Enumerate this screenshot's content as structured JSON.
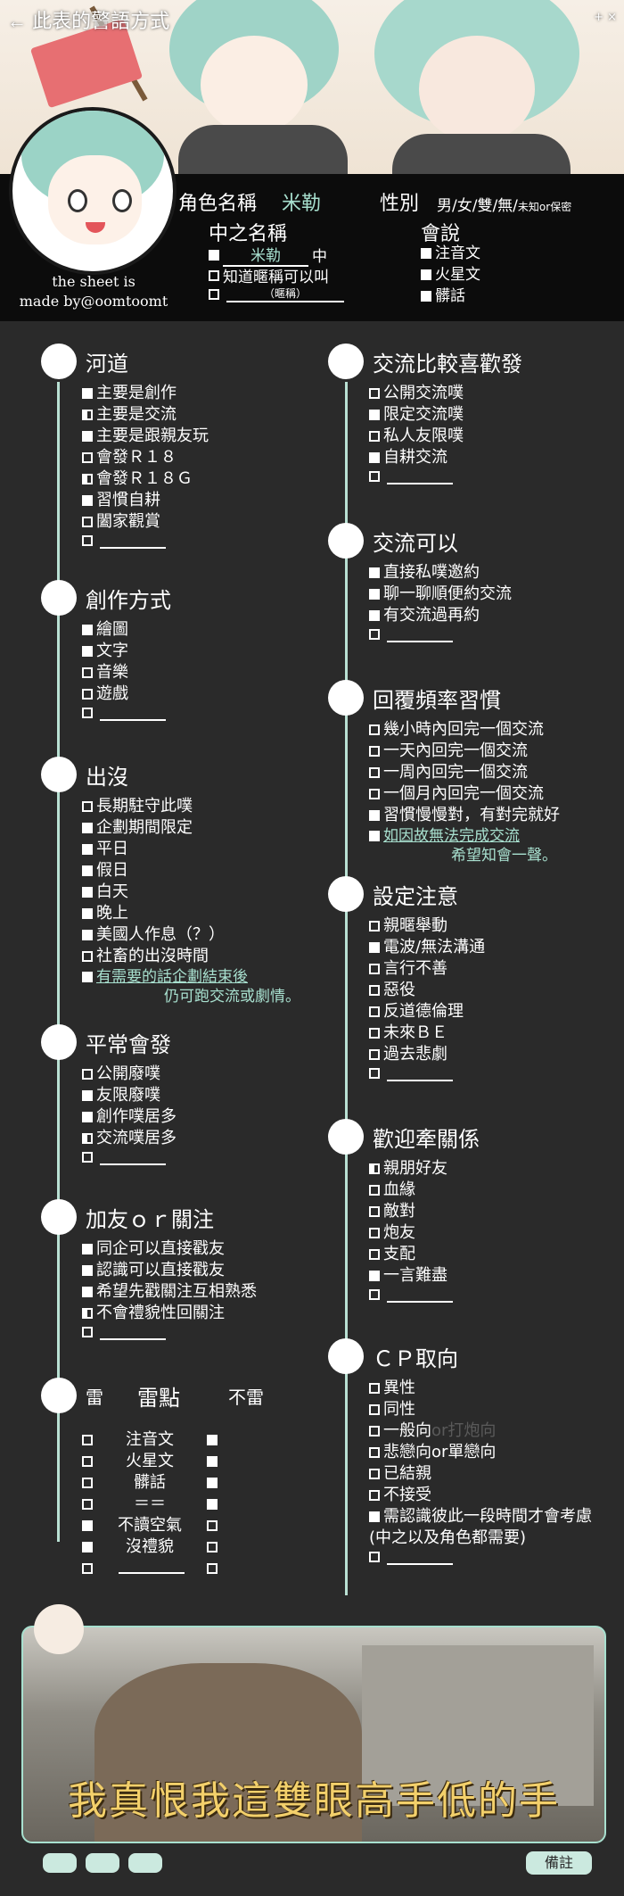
{
  "header": {
    "title": "← 此表的警語方式",
    "right": "+ ×"
  },
  "credit": {
    "line1": "the sheet is",
    "line2": "made by@oomtoomt"
  },
  "profile": {
    "char_name_label": "角色名稱",
    "char_name_value": "米勒",
    "gender_label": "性別",
    "gender_options": "男/女/雙/無/",
    "gender_tail": "未知or保密",
    "cn_name_label": "中之名稱",
    "cn_name_value": "米勒",
    "cn_name_suffix": "中",
    "know_nick": "知道暱稱可以叫",
    "nick_hint": "（暱稱）",
    "speaks_label": "會說",
    "speaks": [
      "注音文",
      "火星文",
      "髒話"
    ]
  },
  "sections_left": [
    {
      "title": "河道",
      "items": [
        {
          "text": "主要是創作",
          "state": "filled"
        },
        {
          "text": "主要是交流",
          "state": "half"
        },
        {
          "text": "主要是跟親友玩",
          "state": "filled"
        },
        {
          "text": "會發Ｒ１８",
          "state": "empty"
        },
        {
          "text": "會發Ｒ１８Ｇ",
          "state": "half"
        },
        {
          "text": "習慣自耕",
          "state": "filled"
        },
        {
          "text": "闔家觀賞",
          "state": "empty"
        },
        {
          "text": "",
          "state": "empty",
          "blank": true
        }
      ]
    },
    {
      "title": "創作方式",
      "items": [
        {
          "text": "繪圖",
          "state": "filled"
        },
        {
          "text": "文字",
          "state": "filled"
        },
        {
          "text": "音樂",
          "state": "empty"
        },
        {
          "text": "遊戲",
          "state": "empty"
        },
        {
          "text": "",
          "state": "empty",
          "blank": true
        }
      ]
    },
    {
      "title": "出沒",
      "items": [
        {
          "text": "長期駐守此噗",
          "state": "empty"
        },
        {
          "text": "企劃期間限定",
          "state": "filled"
        },
        {
          "text": "平日",
          "state": "filled"
        },
        {
          "text": "假日",
          "state": "filled"
        },
        {
          "text": "白天",
          "state": "filled"
        },
        {
          "text": "晚上",
          "state": "filled"
        },
        {
          "text": "美國人作息（？）",
          "state": "filled"
        },
        {
          "text": "社畜的出沒時間",
          "state": "empty"
        }
      ],
      "note_line1": "有需要的話企劃結束後",
      "note_line2": "仍可跑交流或劇情。"
    },
    {
      "title": "平常會發",
      "items": [
        {
          "text": "公開廢噗",
          "state": "empty"
        },
        {
          "text": "友限廢噗",
          "state": "filled"
        },
        {
          "text": "創作噗居多",
          "state": "filled"
        },
        {
          "text": "交流噗居多",
          "state": "half"
        },
        {
          "text": "",
          "state": "empty",
          "blank": true
        }
      ]
    },
    {
      "title": "加友ｏｒ關注",
      "items": [
        {
          "text": "同企可以直接戳友",
          "state": "filled"
        },
        {
          "text": "認識可以直接戳友",
          "state": "filled"
        },
        {
          "text": "希望先戳關注互相熟悉",
          "state": "filled"
        },
        {
          "text": "不會禮貌性回關注",
          "state": "half"
        },
        {
          "text": "",
          "state": "empty",
          "blank": true
        }
      ]
    }
  ],
  "lei": {
    "left_label": "雷",
    "title": "雷點",
    "right_label": "不雷",
    "rows": [
      {
        "text": "注音文",
        "left": "empty",
        "right": "filled"
      },
      {
        "text": "火星文",
        "left": "empty",
        "right": "filled"
      },
      {
        "text": "髒話",
        "left": "empty",
        "right": "filled"
      },
      {
        "text": "＝＝",
        "left": "empty",
        "right": "filled"
      },
      {
        "text": "不讀空氣",
        "left": "filled",
        "right": "empty"
      },
      {
        "text": "沒禮貌",
        "left": "filled",
        "right": "empty"
      },
      {
        "text": "",
        "left": "empty",
        "right": "empty",
        "blank": true
      }
    ]
  },
  "sections_right": [
    {
      "title": "交流比較喜歡發",
      "items": [
        {
          "text": "公開交流噗",
          "state": "empty"
        },
        {
          "text": "限定交流噗",
          "state": "filled"
        },
        {
          "text": "私人友限噗",
          "state": "empty"
        },
        {
          "text": "自耕交流",
          "state": "filled"
        },
        {
          "text": "",
          "state": "empty",
          "blank": true
        }
      ]
    },
    {
      "title": "交流可以",
      "items": [
        {
          "text": "直接私噗邀約",
          "state": "filled"
        },
        {
          "text": "聊一聊順便約交流",
          "state": "filled"
        },
        {
          "text": "有交流過再約",
          "state": "filled"
        },
        {
          "text": "",
          "state": "empty",
          "blank": true
        }
      ]
    },
    {
      "title": "回覆頻率習慣",
      "items": [
        {
          "text": "幾小時內回完一個交流",
          "state": "empty"
        },
        {
          "text": "一天內回完一個交流",
          "state": "empty"
        },
        {
          "text": "一周內回完一個交流",
          "state": "empty"
        },
        {
          "text": "一個月內回完一個交流",
          "state": "empty"
        },
        {
          "text": "習慣慢慢對，有對完就好",
          "state": "filled"
        }
      ],
      "note_line1": "如因故無法完成交流",
      "note_line2": "希望知會一聲。"
    },
    {
      "title": "設定注意",
      "items": [
        {
          "text": "親暱舉動",
          "state": "empty"
        },
        {
          "text": "電波/無法溝通",
          "state": "filled"
        },
        {
          "text": "言行不善",
          "state": "empty"
        },
        {
          "text": "惡役",
          "state": "empty"
        },
        {
          "text": "反道德倫理",
          "state": "empty"
        },
        {
          "text": "未來ＢＥ",
          "state": "empty"
        },
        {
          "text": "過去悲劇",
          "state": "empty"
        },
        {
          "text": "",
          "state": "empty",
          "blank": true
        }
      ]
    },
    {
      "title": "歡迎牽關係",
      "items": [
        {
          "text": "親朋好友",
          "state": "half"
        },
        {
          "text": "血緣",
          "state": "empty"
        },
        {
          "text": "敵對",
          "state": "empty"
        },
        {
          "text": "炮友",
          "state": "empty"
        },
        {
          "text": "支配",
          "state": "empty"
        },
        {
          "text": "一言難盡",
          "state": "filled"
        },
        {
          "text": "",
          "state": "empty",
          "blank": true
        }
      ]
    },
    {
      "title": "ＣＰ取向",
      "items": [
        {
          "text": "異性",
          "state": "empty"
        },
        {
          "text": "同性",
          "state": "empty"
        },
        {
          "text": "一般向",
          "state": "empty",
          "suffix": "or打炮向"
        },
        {
          "text": "悲戀向or單戀向",
          "state": "empty"
        },
        {
          "text": "已結親",
          "state": "empty"
        },
        {
          "text": "不接受",
          "state": "empty"
        },
        {
          "text": "需認識彼此一段時間才會考慮",
          "state": "filled"
        },
        {
          "text": "(中之以及角色都需要)",
          "state": "none"
        },
        {
          "text": "",
          "state": "empty",
          "blank": true
        }
      ]
    }
  ],
  "video": {
    "subtitle": "我真恨我這雙眼高手低的手"
  },
  "footer": {
    "note_label": "備註"
  },
  "colors": {
    "accent": "#a8e0cf",
    "background": "#2a2a2a",
    "band": "#0c0c0c"
  }
}
